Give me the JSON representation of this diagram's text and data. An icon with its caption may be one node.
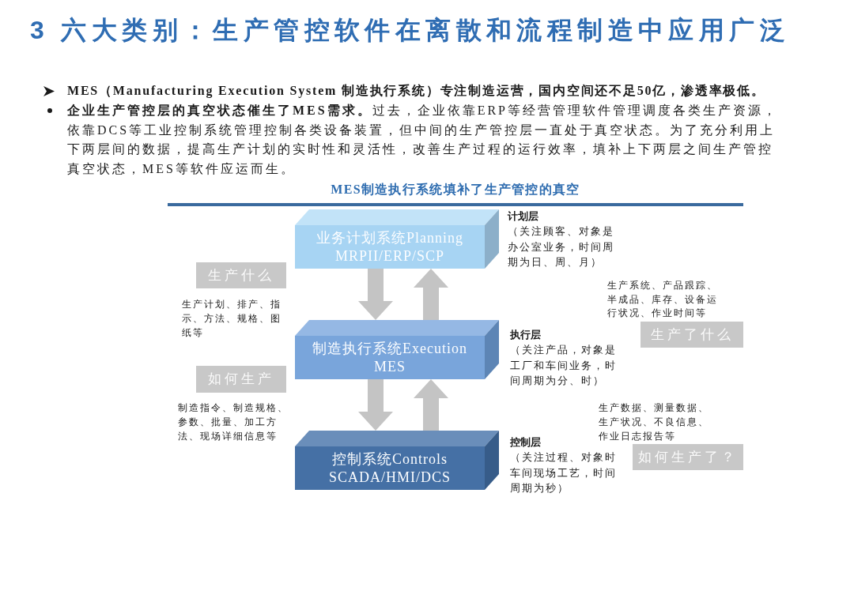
{
  "diagram": {
    "title": "3 六大类别：生产管控软件在离散和流程制造中应用广泛",
    "nodes": [
      {
        "text": [
          "业务计划系统Planning MRPII/ERP/SCP"
        ],
        "beside": [
          "计划层",
          "（关注顾客、对象是办公室业务，时间周期为日、周、月）"
        ]
      },
      {
        "text": [
          "生产什么"
        ],
        "beside": [
          "生产计划、排产、指示、方法、规格、图纸等"
        ]
      },
      {
        "text": [
          "制造执行系统Execution MES"
        ],
        "beside": [
          "执行层",
          "（关注产品，对象是工厂和车间业务，时间周期为分、时）"
        ]
      },
      {
        "text": [
          "生产了什么"
        ],
        "beside": [
          "生产系统、产品跟踪、半成品、库存、设备运行状况、作业时间等"
        ]
      },
      {
        "text": [
          "如何生产"
        ],
        "beside": [
          "制造指令、制造规格、参数、批量、加工方法、现场详细信息等"
        ]
      },
      {
        "text": [
          "控制系统Controls SCADA/HMI/DCS"
        ],
        "beside": [
          "控制层",
          "（关注过程、对象时车间现场工艺，时间周期为秒）"
        ]
      },
      {
        "text": [
          "如何生产了？"
        ],
        "beside": [
          "生产数据、测量数据、生产状况、不良信息、作业日志报告等"
        ]
      }
    ],
    "edges": [
      {
        "from": 0,
        "to": 2,
        "arrow": "to"
      },
      {
        "from": 2,
        "to": 0,
        "arrow": "to"
      },
      {
        "from": 2,
        "to": 5,
        "arrow": "to"
      },
      {
        "from": 5,
        "to": 2,
        "arrow": "to"
      }
    ],
    "labels": [
      "MES（Manufacturing Execution System 制造执行系统）专注制造运营，国内空间还不足50亿，渗透率极低。",
      "**企业生产管控层的真空状态催生了MES需求。**过去，企业依靠ERP等经营管理软件管理调度各类生产资源，依靠DCS等工业控制系统管理控制各类设备装置，但中间的生产管控层一直处于真空状态。为了充分利用上下两层间的数据，提高生产计划的实时性和灵活性，改善生产过程的运行效率，填补上下两层之间生产管控真空状态，MES等软件应运而生。",
      "MES制造执行系统填补了生产管控的真空"
    ]
  }
}
